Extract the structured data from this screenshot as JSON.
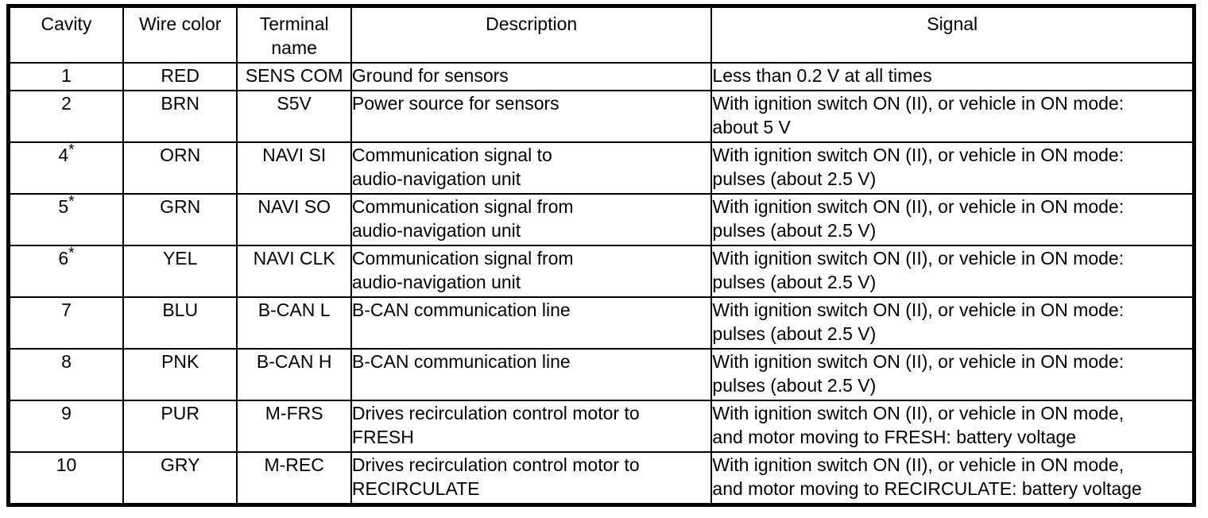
{
  "table": {
    "columns": [
      {
        "key": "cavity",
        "label": "Cavity"
      },
      {
        "key": "wire",
        "label": "Wire color"
      },
      {
        "key": "terminal",
        "label_line1": "Terminal",
        "label_line2": "name"
      },
      {
        "key": "desc",
        "label": "Description"
      },
      {
        "key": "signal",
        "label": "Signal"
      }
    ],
    "rows": [
      {
        "cavity": "1",
        "wire": "RED",
        "terminal": "SENS COM",
        "desc_line1": "Ground for sensors",
        "desc_line2": "",
        "signal_line1": "Less than 0.2 V at all times",
        "signal_line2": ""
      },
      {
        "cavity": "2",
        "wire": "BRN",
        "terminal": "S5V",
        "desc_line1": "Power source for sensors",
        "desc_line2": "",
        "signal_line1": "With ignition switch ON (II), or vehicle in ON mode:",
        "signal_line2": "about 5 V"
      },
      {
        "cavity": "4*",
        "wire": "ORN",
        "terminal": "NAVI SI",
        "desc_line1": "Communication signal to",
        "desc_line2": "audio-navigation unit",
        "signal_line1": "With ignition switch ON (II), or vehicle in ON mode:",
        "signal_line2": "pulses (about 2.5 V)"
      },
      {
        "cavity": "5*",
        "wire": "GRN",
        "terminal": "NAVI SO",
        "desc_line1": "Communication signal from",
        "desc_line2": "audio-navigation unit",
        "signal_line1": "With ignition switch ON (II), or vehicle in ON mode:",
        "signal_line2": "pulses (about 2.5 V)"
      },
      {
        "cavity": "6*",
        "wire": "YEL",
        "terminal": "NAVI CLK",
        "desc_line1": "Communication signal from",
        "desc_line2": "audio-navigation unit",
        "signal_line1": "With ignition switch ON (II), or vehicle in ON mode:",
        "signal_line2": "pulses (about 2.5 V)"
      },
      {
        "cavity": "7",
        "wire": "BLU",
        "terminal": "B-CAN L",
        "desc_line1": "B-CAN communication line",
        "desc_line2": "",
        "signal_line1": "With ignition switch ON (II), or vehicle in ON mode:",
        "signal_line2": "pulses (about 2.5 V)"
      },
      {
        "cavity": "8",
        "wire": "PNK",
        "terminal": "B-CAN H",
        "desc_line1": "B-CAN communication line",
        "desc_line2": "",
        "signal_line1": "With ignition switch ON (II), or vehicle in ON mode:",
        "signal_line2": "pulses (about 2.5 V)"
      },
      {
        "cavity": "9",
        "wire": "PUR",
        "terminal": "M-FRS",
        "desc_line1": "Drives recirculation control motor to",
        "desc_line2": "FRESH",
        "signal_line1": "With ignition switch ON (II), or vehicle in ON mode,",
        "signal_line2": "and motor moving to FRESH: battery voltage"
      },
      {
        "cavity": "10",
        "wire": "GRY",
        "terminal": "M-REC",
        "desc_line1": "Drives recirculation control motor to",
        "desc_line2": "RECIRCULATE",
        "signal_line1": "With ignition switch ON (II), or vehicle in ON mode,",
        "signal_line2": "and motor moving to RECIRCULATE: battery voltage"
      }
    ]
  },
  "colors": {
    "border": "#000000",
    "text": "#000000",
    "background": "#ffffff"
  }
}
